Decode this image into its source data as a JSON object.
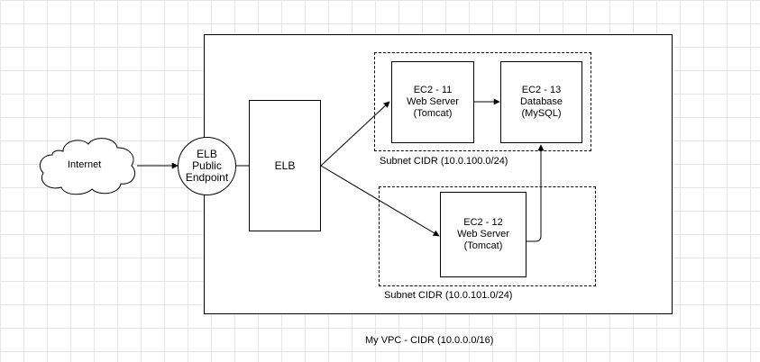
{
  "vpc": {
    "label": "My VPC - CIDR (10.0.0.0/16)"
  },
  "internet": {
    "label": "Internet"
  },
  "elb_endpoint": {
    "line1": "ELB",
    "line2": "Public",
    "line3": "Endpoint"
  },
  "elb": {
    "label": "ELB"
  },
  "subnet_100": {
    "label": "Subnet CIDR (10.0.100.0/24)"
  },
  "subnet_101": {
    "label": "Subnet CIDR (10.0.101.0/24)"
  },
  "ec2_11": {
    "line1": "EC2 - 11",
    "line2": "Web Server",
    "line3": "(Tomcat)"
  },
  "ec2_13": {
    "line1": "EC2 - 13",
    "line2": "Database",
    "line3": "(MySQL)"
  },
  "ec2_12": {
    "line1": "EC2 - 12",
    "line2": "Web Server",
    "line3": "(Tomcat)"
  }
}
